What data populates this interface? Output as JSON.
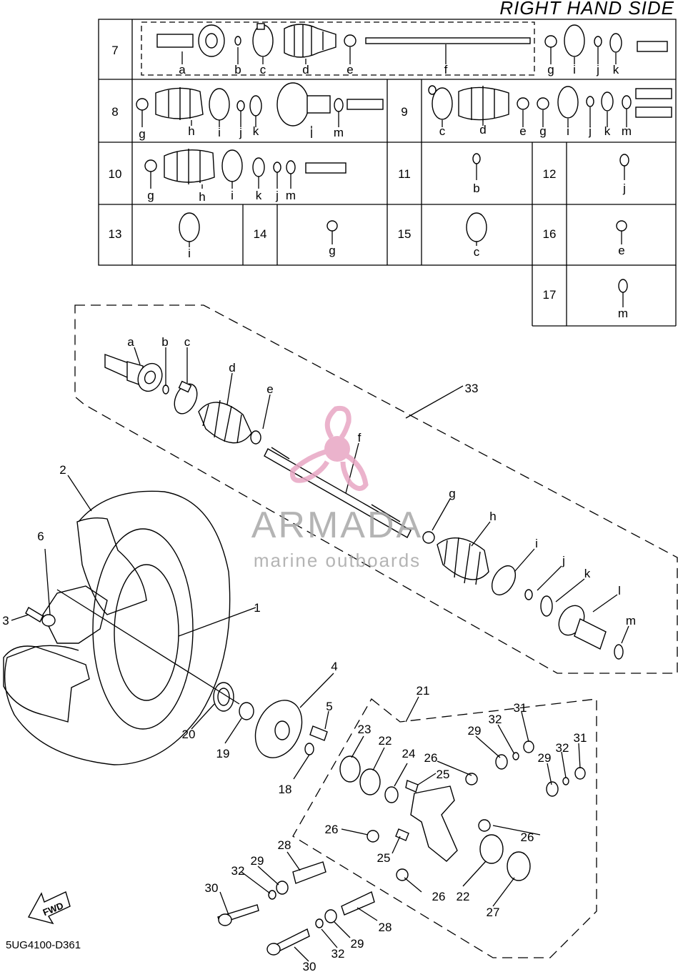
{
  "header": {
    "title": "RIGHT HAND SIDE"
  },
  "footer": {
    "diagram_code": "5UG4100-D361",
    "fwd_label": "FWD"
  },
  "watermark": {
    "brand": "ARMADA",
    "tagline": "marine outboards",
    "accent": "#e8a6c4"
  },
  "table": {
    "rows": [
      {
        "num": "7",
        "letters": [
          "a",
          "b",
          "c",
          "d",
          "e",
          "f",
          "g",
          "i",
          "j",
          "k"
        ]
      },
      {
        "num": "8",
        "letters": [
          "g",
          "h",
          "i",
          "j",
          "k",
          "l",
          "m"
        ]
      },
      {
        "num": "9",
        "letters": [
          "c",
          "d",
          "e",
          "g",
          "i",
          "j",
          "k",
          "m"
        ]
      },
      {
        "num": "10",
        "letters": [
          "g",
          "h",
          "i",
          "k",
          "j",
          "m"
        ]
      },
      {
        "num": "11",
        "letters": [
          "b"
        ]
      },
      {
        "num": "12",
        "letters": [
          "j"
        ]
      },
      {
        "num": "13",
        "letters": [
          "i"
        ]
      },
      {
        "num": "14",
        "letters": [
          "g"
        ]
      },
      {
        "num": "15",
        "letters": [
          "c"
        ]
      },
      {
        "num": "16",
        "letters": [
          "e"
        ]
      },
      {
        "num": "17",
        "letters": [
          "m"
        ]
      }
    ]
  },
  "callouts": {
    "n1": "1",
    "n2": "2",
    "n3": "3",
    "n4": "4",
    "n5": "5",
    "n6": "6",
    "n18": "18",
    "n19": "19",
    "n20": "20",
    "n21": "21",
    "n22a": "22",
    "n22b": "22",
    "n23": "23",
    "n24": "24",
    "n25a": "25",
    "n25b": "25",
    "n26a": "26",
    "n26b": "26",
    "n26c": "26",
    "n26d": "26",
    "n27": "27",
    "n28a": "28",
    "n28b": "28",
    "n29a": "29",
    "n29b": "29",
    "n29c": "29",
    "n29d": "29",
    "n30a": "30",
    "n30b": "30",
    "n31a": "31",
    "n31b": "31",
    "n32a": "32",
    "n32b": "32",
    "n32c": "32",
    "n32d": "32",
    "n33": "33",
    "la": "a",
    "lb": "b",
    "lc": "c",
    "ld": "d",
    "le": "e",
    "lf": "f",
    "lg": "g",
    "lh": "h",
    "li": "i",
    "lj": "j",
    "lk": "k",
    "ll": "l",
    "lm": "m"
  }
}
